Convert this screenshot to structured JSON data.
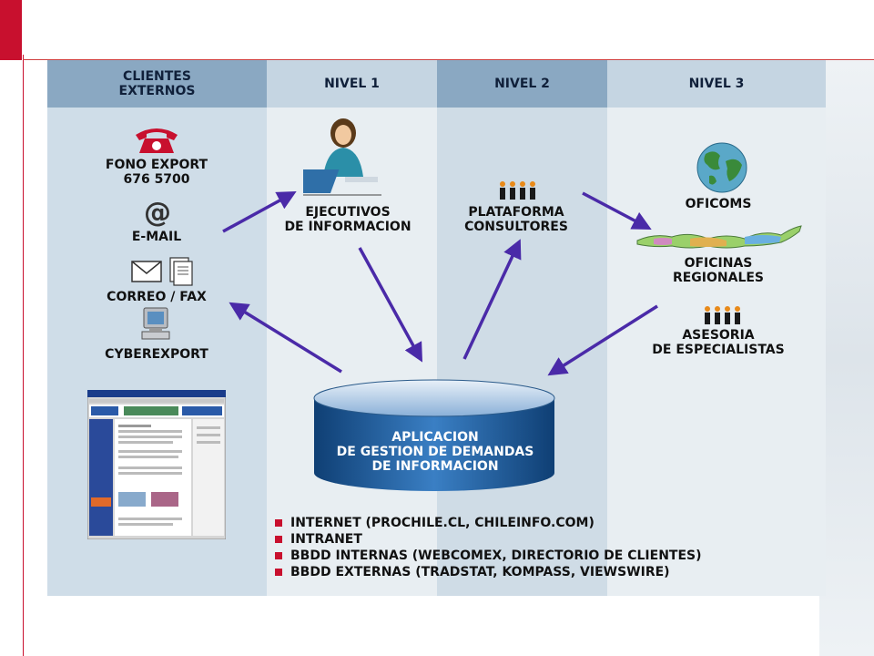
{
  "columns": [
    {
      "title": "CLIENTES\nEXTERNOS"
    },
    {
      "title": "NIVEL 1"
    },
    {
      "title": "NIVEL 2"
    },
    {
      "title": "NIVEL 3"
    }
  ],
  "clients": {
    "phone": "FONO EXPORT\n676 5700",
    "email": "E-MAIL",
    "mail_fax": "CORREO / FAX",
    "cyber": "CYBEREXPORT"
  },
  "nivel1": {
    "label": "EJECUTIVOS\nDE INFORMACION"
  },
  "nivel2": {
    "label": "PLATAFORMA\nCONSULTORES"
  },
  "nivel3": {
    "oficoms": "OFICOMS",
    "regionales": "OFICINAS\nREGIONALES",
    "asesoria": "ASESORIA\nDE ESPECIALISTAS"
  },
  "database": {
    "label": "APLICACION\nDE GESTION DE DEMANDAS\nDE INFORMACION"
  },
  "sources": [
    "INTERNET (PROCHILE.CL, CHILEINFO.COM)",
    "INTRANET",
    "BBDD INTERNAS (WEBCOMEX, DIRECTORIO DE CLIENTES)",
    "BBDD EXTERNAS (TRADSTAT, KOMPASS, VIEWSWIRE)"
  ],
  "colors": {
    "arrow": "#4a2aa8",
    "accent": "#c8102e",
    "db": "#1f5f9c"
  }
}
